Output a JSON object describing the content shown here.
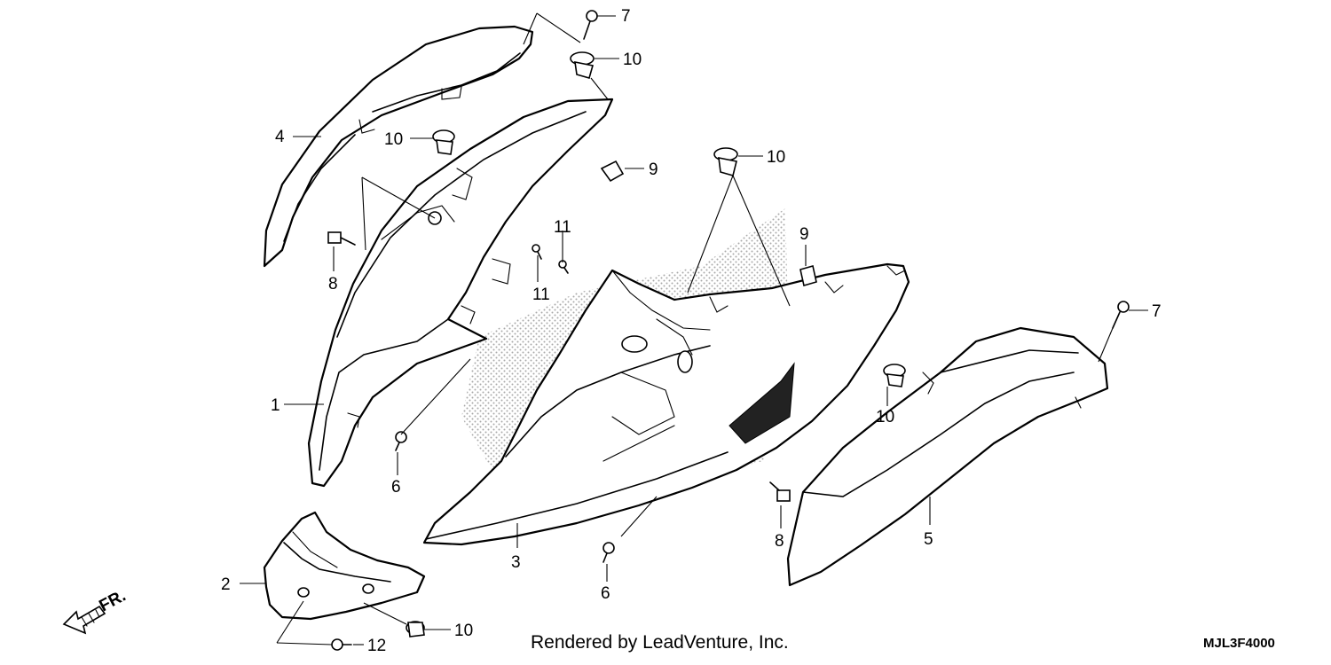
{
  "callouts": {
    "c1": "1",
    "c2": "2",
    "c3": "3",
    "c4": "4",
    "c5": "5",
    "c6a": "6",
    "c6b": "6",
    "c7a": "7",
    "c7b": "7",
    "c8a": "8",
    "c8b": "8",
    "c9a": "9",
    "c9b": "9",
    "c10a": "10",
    "c10b": "10",
    "c10c": "10",
    "c10d": "10",
    "c10e": "10",
    "c11a": "11",
    "c11b": "11",
    "c12": "12"
  },
  "front_arrow_label": "FR.",
  "credit": "Rendered by LeadVenture, Inc.",
  "diagram_code": "MJL3F4000"
}
